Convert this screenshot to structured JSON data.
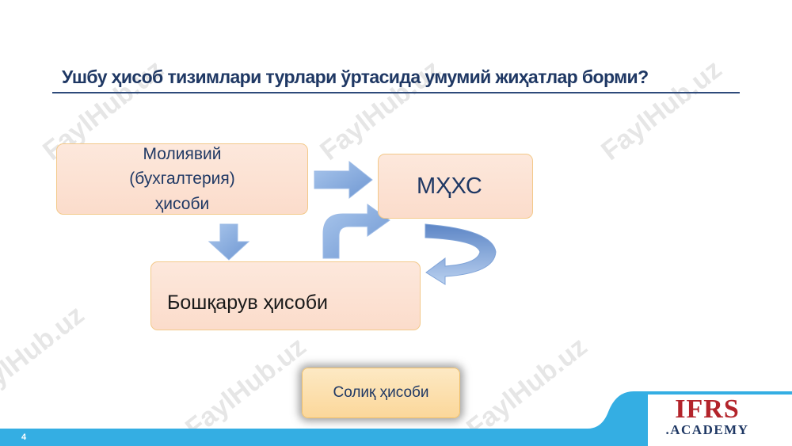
{
  "title": "Ушбу ҳисоб тизимлари турлари ўртасида умумий жиҳатлар борми?",
  "nodes": {
    "financial": {
      "line1": "Молиявий",
      "line2": "(бухгалтерия)",
      "line3": "ҳисоби"
    },
    "ifrs": "МҲХС",
    "management": "Бошқарув ҳисоби",
    "tax": "Солиқ ҳисоби"
  },
  "page_number": "4",
  "watermark_text": "FaylHub.uz",
  "logo": {
    "main": "IFRS",
    "sub": ".ACADEMY"
  },
  "colors": {
    "box_fill": "#fde8dc",
    "box_border": "#f3c98a",
    "arrow_blue": "#8fb3e0",
    "title": "#1f3864",
    "bottom_bar": "#34aee3",
    "logo_red": "#b3242b"
  }
}
